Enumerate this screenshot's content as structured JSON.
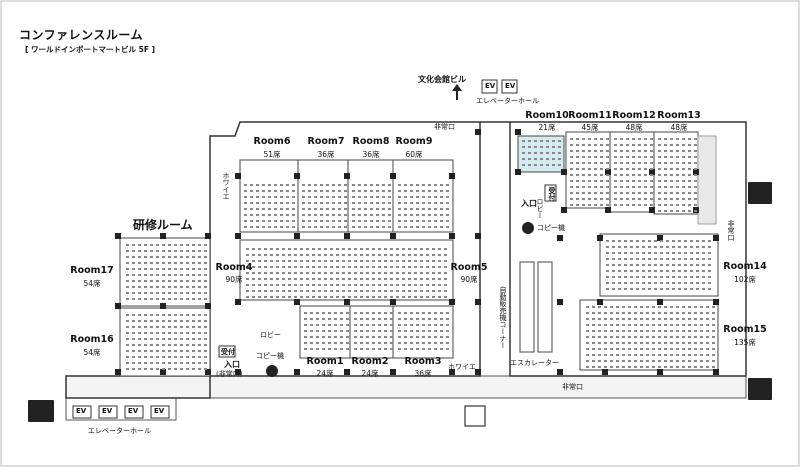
{
  "header": {
    "title": "コンファレンスルーム",
    "subtitle": "[ ワールドインポートマートビル 5F ]"
  },
  "labels": {
    "bunka_kaikan": "文化会館ビル",
    "elevator_hall": "エレベーターホール",
    "elevator_hall_bottom": "エレベーターホール",
    "ev": "EV",
    "hijoguchi": "非常口",
    "howaie": "ホワイエ",
    "kenshu_room": "研修ルーム",
    "lobby": "ロビー",
    "copy_machine": "コピー機",
    "reception": "受付",
    "entrance": "入口",
    "entrance_emergency": "(非常口)",
    "escalator": "エスカレーター",
    "vending_corner": "自動販売機コーナー"
  },
  "rooms": {
    "room1": {
      "name": "Room1",
      "seats": "24席"
    },
    "room2": {
      "name": "Room2",
      "seats": "24席"
    },
    "room3": {
      "name": "Room3",
      "seats": "36席"
    },
    "room4": {
      "name": "Room4",
      "seats": "90席"
    },
    "room5": {
      "name": "Room5",
      "seats": "90席"
    },
    "room6": {
      "name": "Room6",
      "seats": "51席"
    },
    "room7": {
      "name": "Room7",
      "seats": "36席"
    },
    "room8": {
      "name": "Room8",
      "seats": "36席"
    },
    "room9": {
      "name": "Room9",
      "seats": "60席"
    },
    "room10": {
      "name": "Room10",
      "seats": "21席"
    },
    "room11": {
      "name": "Room11",
      "seats": "45席"
    },
    "room12": {
      "name": "Room12",
      "seats": "48席"
    },
    "room13": {
      "name": "Room13",
      "seats": "48席"
    },
    "room14": {
      "name": "Room14",
      "seats": "102席"
    },
    "room15": {
      "name": "Room15",
      "seats": "135席"
    },
    "room16": {
      "name": "Room16",
      "seats": "54席"
    },
    "room17": {
      "name": "Room17",
      "seats": "54席"
    }
  },
  "colors": {
    "wall": "#333333",
    "floor": "#ffffff",
    "corridor": "#f2f2f2",
    "highlight_room": "#d4ecef",
    "seat": "#888888"
  }
}
